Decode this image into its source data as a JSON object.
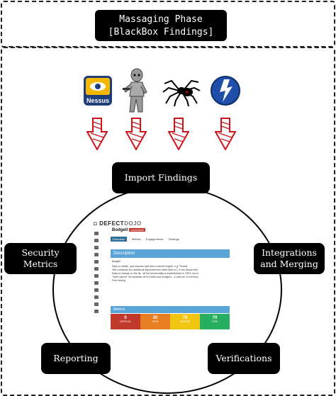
{
  "title": {
    "line1": "Massaging Phase",
    "line2": "[BlackBox Findings]"
  },
  "tools": [
    {
      "name": "nessus-logo",
      "label": "Nessus"
    },
    {
      "name": "robot-tool-icon"
    },
    {
      "name": "spider-tool-icon"
    },
    {
      "name": "lightning-tool-icon"
    }
  ],
  "nodes": {
    "import": "Import Findings",
    "integrations": [
      "Integrations",
      "and Merging"
    ],
    "security": [
      "Security",
      "Metrics"
    ],
    "reporting": "Reporting",
    "verifications": "Verifications"
  },
  "screenshot": {
    "logo_main": "DEFECT",
    "logo_sub": "DOJO",
    "product": "Bodgeit",
    "tag": "vulnerable",
    "tabs": [
      "Overview",
      "Metrics",
      "Engagements",
      "Findings"
    ],
    "description_header": "Description",
    "description_title": "Bodgeit",
    "bullets": [
      "Easy to install - just requires java and a servlet engine, e.g. Tomcat",
      "Self contained (no additional dependencies other than to 2 in the above line)",
      "Easy to change on the fly - all the functionality is implemented in JSPs, so no",
      "'Open source' No separate db to install and configure - it uses an 'in memory'",
      "Free testing"
    ],
    "metrics_header": "Metrics",
    "metrics": [
      {
        "value": "0",
        "label": "CRITICAL",
        "color": "#c0392b"
      },
      {
        "value": "30",
        "label": "HIGH",
        "color": "#e67e22"
      },
      {
        "value": "79",
        "label": "MEDIUM",
        "color": "#f1c40f"
      },
      {
        "value": "79",
        "label": "LOW",
        "color": "#27ae60"
      }
    ]
  },
  "colors": {
    "node_bg": "#000000",
    "arrow_red": "#d0121b"
  }
}
